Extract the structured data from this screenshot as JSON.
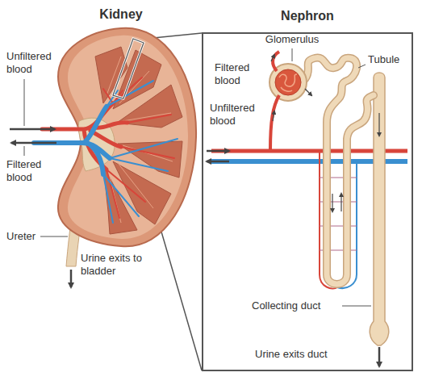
{
  "diagram": {
    "nodes": [
      {
        "text": [
          "Nephron"
        ]
      }
    ],
    "labels": [
      "Kidney",
      "Unfiltered blood",
      "Filtered blood",
      "Ureter",
      "Urine exits to bladder",
      "Glomerulus",
      "Tubule",
      "Filtered blood",
      "Unfiltered blood",
      "Collecting duct",
      "Urine exits duct"
    ]
  }
}
